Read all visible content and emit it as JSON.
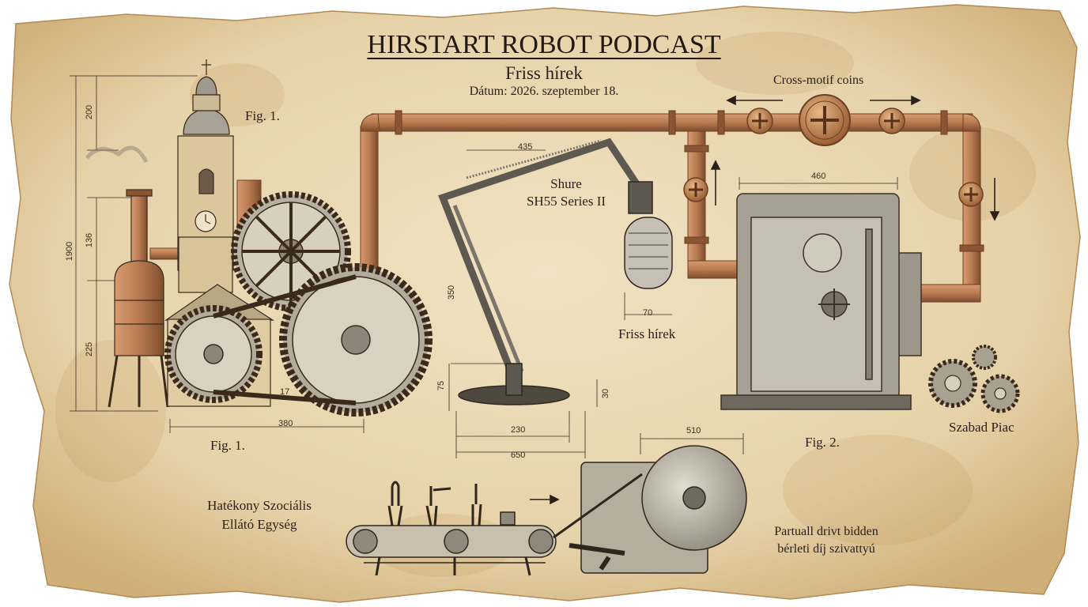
{
  "header": {
    "title": "HIRSTART ROBOT PODCAST",
    "subtitle": "Friss hírek",
    "date": "Dátum: 2026. szeptember 18."
  },
  "labels": {
    "fig1_top": "Fig. 1.",
    "fig1_bottom": "Fig. 1.",
    "fig2": "Fig. 2.",
    "coins": "Cross-motif coins",
    "mic_line1": "Shure",
    "mic_line2": "SH55 Series II",
    "mic_caption": "Friss hírek",
    "market": "Szabad Piac",
    "unit_line1": "Hatékony Szociális",
    "unit_line2": "Ellátó Egység",
    "pump_line1": "Partuall drivt bidden",
    "pump_line2": "bérleti díj szivattyú"
  },
  "dimensions": {
    "h_total": "1900",
    "h_top": "200",
    "h_mid": "136",
    "h_low": "225",
    "w_base": "380",
    "w_small": "17",
    "arm": "435",
    "arm_vert": "350",
    "mic_w": "70",
    "stand_h": "75",
    "stand_w": "230",
    "stand_total": "650",
    "foot": "30",
    "safe_w": "460",
    "pump_w": "510"
  },
  "colors": {
    "paper": "#e9d7b1",
    "paper_edge": "#c9a66e",
    "ink": "#2b2119",
    "copper": "#b87a52",
    "copper_dark": "#7f4d2c",
    "steel": "#9a9489",
    "brass": "#b08a4a"
  },
  "icons": [
    "church-tower-icon",
    "boiler-icon",
    "gear-icon",
    "microphone-icon",
    "safe-icon",
    "coin-icon",
    "conveyor-icon",
    "pump-icon"
  ]
}
